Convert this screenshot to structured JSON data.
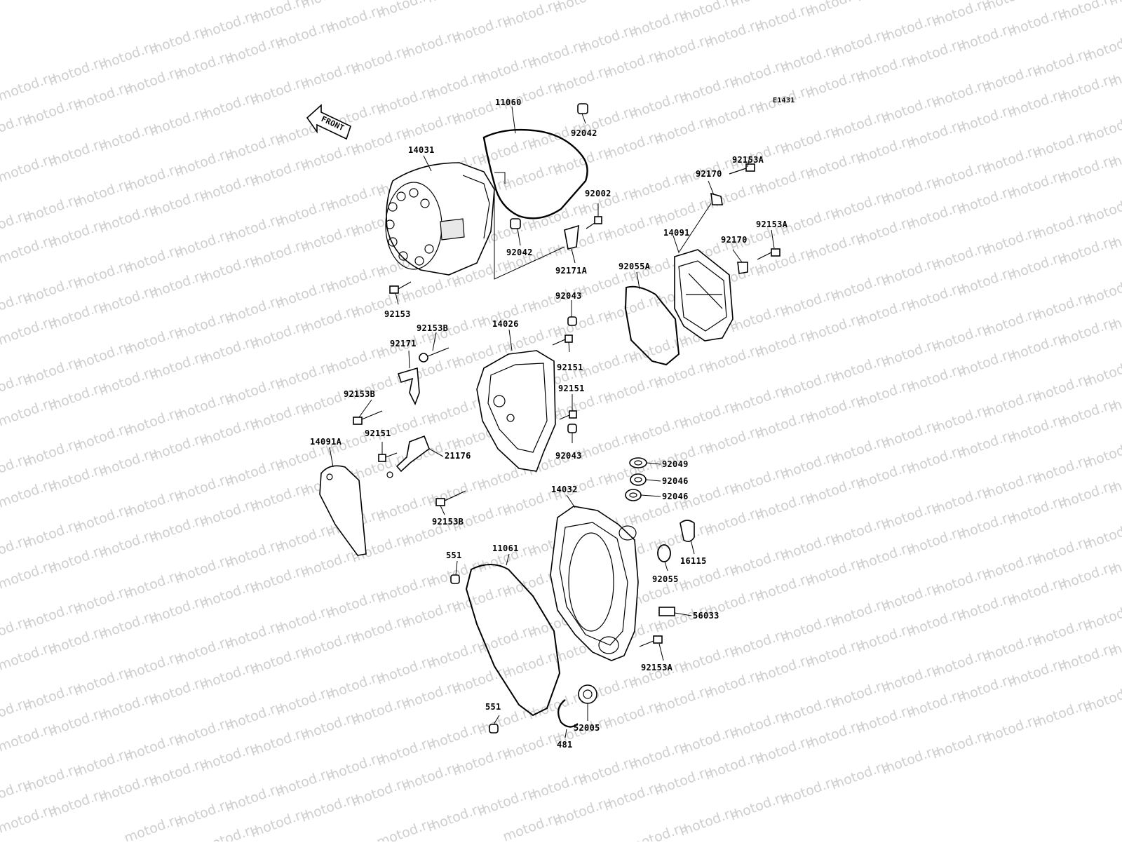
{
  "diagram": {
    "code": "E1431",
    "front_label": "FRONT",
    "watermark": "motod.ru",
    "callouts": [
      {
        "id": "c11060",
        "text": "11060"
      },
      {
        "id": "c92042a",
        "text": "92042"
      },
      {
        "id": "c14031",
        "text": "14031"
      },
      {
        "id": "c92002",
        "text": "92002"
      },
      {
        "id": "c92042b",
        "text": "92042"
      },
      {
        "id": "c92171A",
        "text": "92171A"
      },
      {
        "id": "c92153",
        "text": "92153"
      },
      {
        "id": "c92153A1",
        "text": "92153A"
      },
      {
        "id": "c92170a",
        "text": "92170"
      },
      {
        "id": "c14091",
        "text": "14091"
      },
      {
        "id": "c92153A2",
        "text": "92153A"
      },
      {
        "id": "c92170b",
        "text": "92170"
      },
      {
        "id": "c92055A",
        "text": "92055A"
      },
      {
        "id": "c92043a",
        "text": "92043"
      },
      {
        "id": "c92153B1",
        "text": "92153B"
      },
      {
        "id": "c14026",
        "text": "14026"
      },
      {
        "id": "c92171",
        "text": "92171"
      },
      {
        "id": "c92151a",
        "text": "92151"
      },
      {
        "id": "c92151b",
        "text": "92151"
      },
      {
        "id": "c92153B2",
        "text": "92153B"
      },
      {
        "id": "c92151c",
        "text": "92151"
      },
      {
        "id": "c14091A",
        "text": "14091A"
      },
      {
        "id": "c21176",
        "text": "21176"
      },
      {
        "id": "c92043b",
        "text": "92043"
      },
      {
        "id": "c92049",
        "text": "92049"
      },
      {
        "id": "c92046a",
        "text": "92046"
      },
      {
        "id": "c92046b",
        "text": "92046"
      },
      {
        "id": "c14032",
        "text": "14032"
      },
      {
        "id": "c92153B3",
        "text": "92153B"
      },
      {
        "id": "c551a",
        "text": "551"
      },
      {
        "id": "c11061",
        "text": "11061"
      },
      {
        "id": "c16115",
        "text": "16115"
      },
      {
        "id": "c92055",
        "text": "92055"
      },
      {
        "id": "c56033",
        "text": "56033"
      },
      {
        "id": "c92153A3",
        "text": "92153A"
      },
      {
        "id": "c551b",
        "text": "551"
      },
      {
        "id": "c52005",
        "text": "52005"
      },
      {
        "id": "c481",
        "text": "481"
      }
    ]
  }
}
